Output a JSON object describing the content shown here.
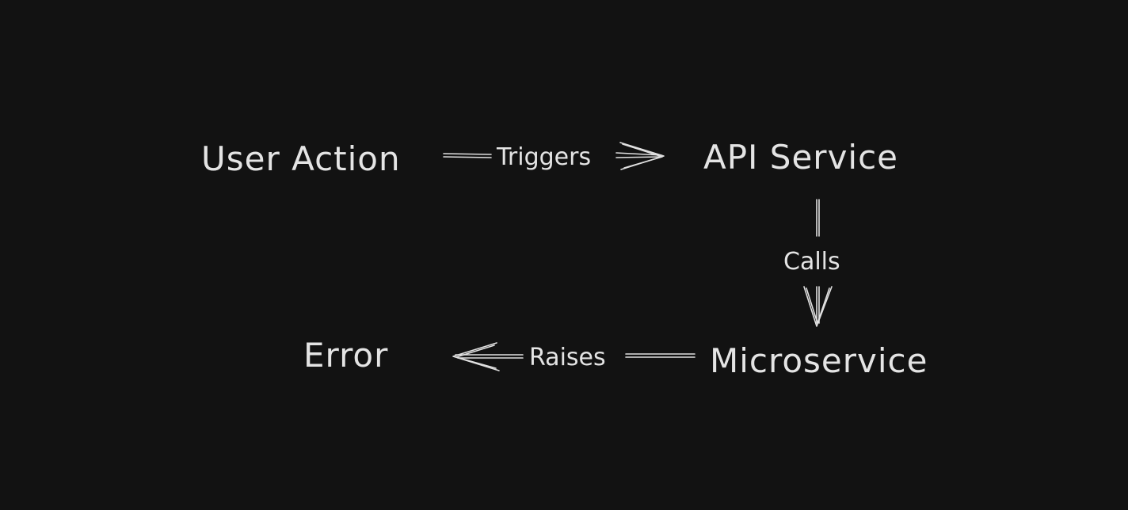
{
  "background": "#121212",
  "foreground": "#e4e4e4",
  "nodes": {
    "user_action": "User Action",
    "api_service": "API Service",
    "microservice": "Microservice",
    "error": "Error"
  },
  "edges": {
    "triggers": "Triggers",
    "calls": "Calls",
    "raises": "Raises"
  }
}
